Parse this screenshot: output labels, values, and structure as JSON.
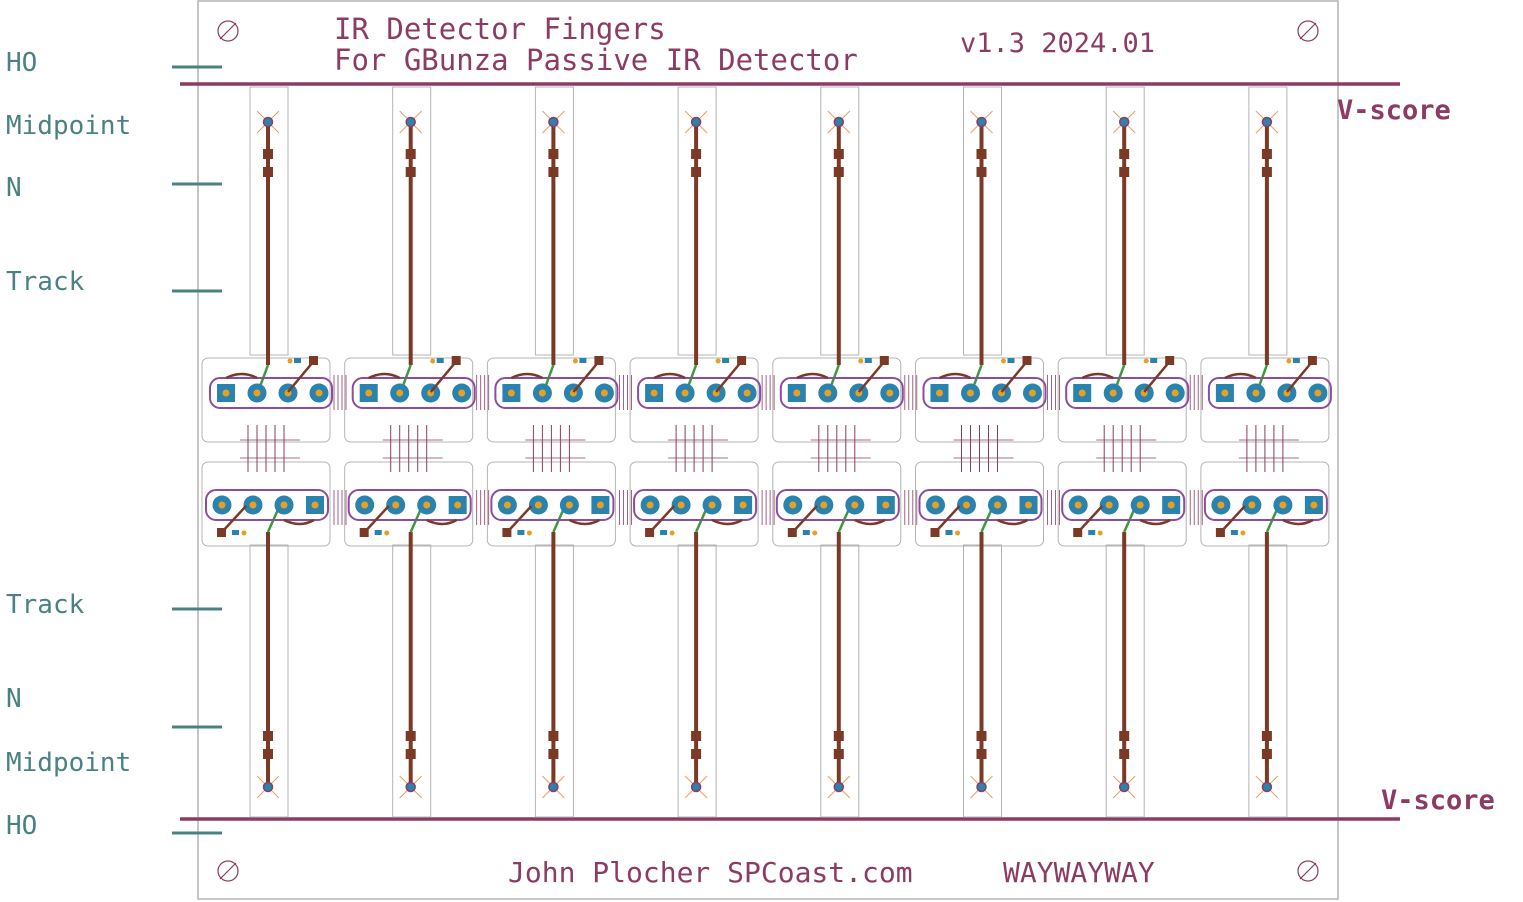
{
  "title": {
    "line1": "IR Detector Fingers",
    "line2": "For GBunza Passive IR Detector",
    "version": "v1.3 2024.01"
  },
  "footer": {
    "author": "John Plocher SPCoast.com",
    "code": "WAYWAYWAY"
  },
  "vscore": {
    "top": "V-score",
    "bottom": "V-score"
  },
  "side_labels": {
    "top": [
      "HO",
      "Midpoint",
      "N",
      "Track"
    ],
    "bottom": [
      "Track",
      "N",
      "Midpoint",
      "HO"
    ]
  },
  "finger_count": 8,
  "colors": {
    "outline": "#b4b4b4",
    "silk": "#8c3c64",
    "trace": "#7a3a26",
    "pad": "#2a82ae",
    "pad_outline": "#8c4e9c",
    "drill": "#e8a020",
    "green_trace": "#3c9a3c",
    "side_label": "#4a8282"
  }
}
